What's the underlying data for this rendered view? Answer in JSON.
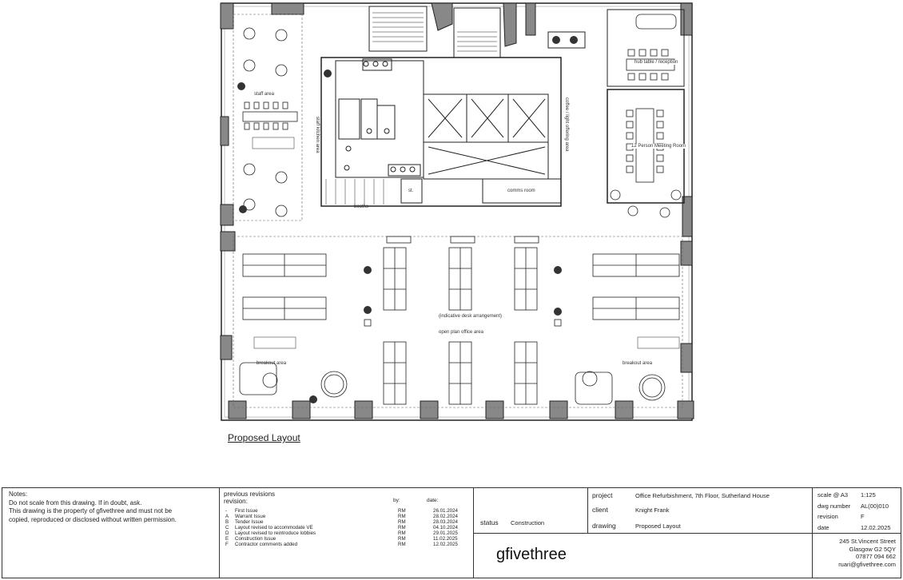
{
  "plan": {
    "labels": {
      "staff_area": "staff area",
      "staff_kitchen": "staff kitchen area",
      "booths": "booths",
      "st": "st.",
      "comms_room": "comms room",
      "coffee": "coffee / light offering area",
      "hub_table": "hub table / reception",
      "meeting": "12 Person Meeting Room",
      "indicative": "(indicative desk arrangement)",
      "open_plan": "open plan office area",
      "breakout_left": "breakout area",
      "breakout_right": "breakout area"
    },
    "layout_title": "Proposed Layout"
  },
  "titleblock": {
    "notes_heading": "Notes:",
    "notes_lines": [
      "Do not scale from this drawing. If in doubt, ask.",
      "This drawing is the property of gfivethree and must not be",
      "copied, reproduced or disclosed without written permission."
    ],
    "prev_revisions": "previous revisions",
    "revision_label": "revision:",
    "by_label": "by:",
    "date_label": "date:",
    "revisions": [
      {
        "rev": "-",
        "desc": "First Issue",
        "by": "RM",
        "date": "26.01.2024"
      },
      {
        "rev": "A",
        "desc": "Warrant Issue",
        "by": "RM",
        "date": "28.02.2024"
      },
      {
        "rev": "B",
        "desc": "Tender Issue",
        "by": "RM",
        "date": "28.03.2024"
      },
      {
        "rev": "C",
        "desc": "Layout revised to accommodate VE",
        "by": "RM",
        "date": "04.10.2024"
      },
      {
        "rev": "D",
        "desc": "Layout revised to reintroduce lobbies",
        "by": "RM",
        "date": "29.01.2025"
      },
      {
        "rev": "E",
        "desc": "Construction Issue",
        "by": "RM",
        "date": "11.02.2025"
      },
      {
        "rev": "F",
        "desc": "Contractor comments added",
        "by": "RM",
        "date": "12.02.2025"
      }
    ],
    "status_label": "status",
    "status_value": "Construction",
    "project_label": "project",
    "project_value": "Office Refurbishment, 7th Floor, Sutherland House",
    "client_label": "client",
    "client_value": "Knight Frank",
    "drawing_label": "drawing",
    "drawing_value": "Proposed Layout",
    "company": "gfivethree",
    "scale_label": "scale @ A3",
    "scale_value": "1:125",
    "dwg_label": "dwg number",
    "dwg_value": "AL(00)010",
    "rev_label": "revision",
    "rev_value": "F",
    "date_label2": "date",
    "date_value": "12.02.2025",
    "address": [
      "245 St.Vincent Street",
      "Glasgow G2 5QY",
      "07877 094 662",
      "ruari@gfivethree.com"
    ]
  }
}
